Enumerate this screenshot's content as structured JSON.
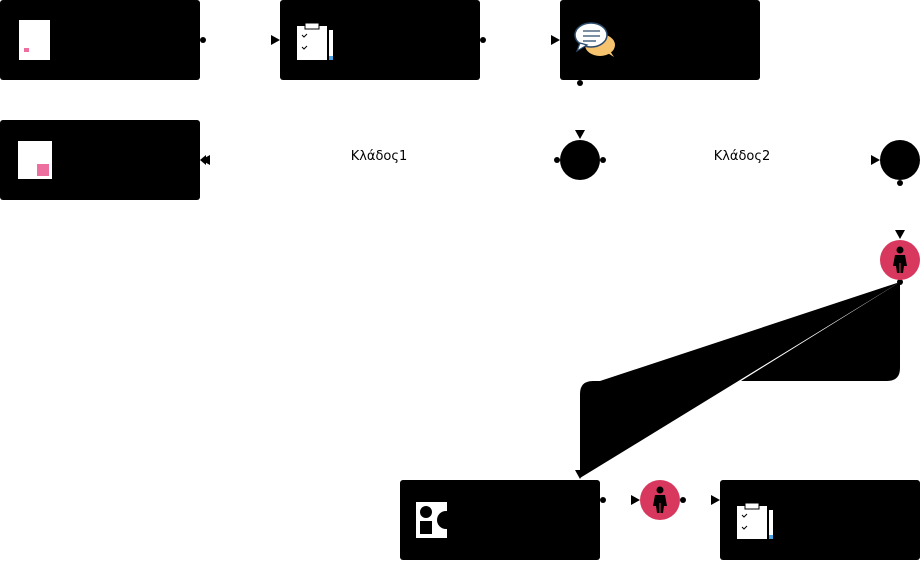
{
  "colors": {
    "node_fill": "#000000",
    "person_fill": "#d9385e",
    "connector": "#000000",
    "accent_pink": "#ec6fa0",
    "doc_white": "#ffffff",
    "pencil_blue": "#4aa3df",
    "bubble_orange": "#f6c46e"
  },
  "nodes": [
    {
      "id": "task-doc",
      "kind": "task",
      "icon": "document-icon"
    },
    {
      "id": "task-checklist-1",
      "kind": "task",
      "icon": "checklist-icon"
    },
    {
      "id": "task-chat",
      "kind": "task",
      "icon": "chat-bubbles-icon"
    },
    {
      "id": "task-note",
      "kind": "task",
      "icon": "note-icon"
    },
    {
      "id": "gateway-1",
      "kind": "gateway",
      "icon": ""
    },
    {
      "id": "gateway-2",
      "kind": "gateway",
      "icon": ""
    },
    {
      "id": "person-1",
      "kind": "person",
      "icon": "person-icon"
    },
    {
      "id": "task-shapes",
      "kind": "task",
      "icon": "shapes-icon"
    },
    {
      "id": "person-2",
      "kind": "person",
      "icon": "person-icon"
    },
    {
      "id": "task-checklist-2",
      "kind": "task",
      "icon": "checklist-icon"
    }
  ],
  "edges": {
    "branch1_label": "Κλάδος1",
    "branch2_label": "Κλάδος2"
  }
}
